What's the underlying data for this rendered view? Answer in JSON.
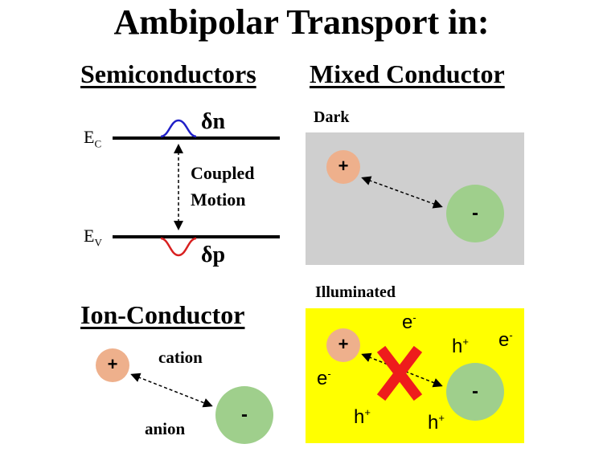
{
  "title": "Ambipolar Transport in:",
  "sections": {
    "semiconductors": "Semiconductors",
    "mixed_conductor": "Mixed Conductor",
    "ion_conductor": "Ion-Conductor"
  },
  "semiconductor": {
    "ec_label": "E",
    "ec_sub": "C",
    "ev_label": "E",
    "ev_sub": "V",
    "dn_label": "δn",
    "dp_label": "δp",
    "coupled_line1": "Coupled",
    "coupled_line2": "Motion"
  },
  "dark": {
    "label": "Dark",
    "background": "#cfcfcf",
    "plus": "+",
    "minus": "-"
  },
  "illuminated": {
    "label": "Illuminated",
    "background": "#ffff00",
    "plus": "+",
    "minus": "-",
    "carriers": [
      "e",
      "h",
      "e",
      "e",
      "h",
      "h"
    ],
    "carrier_signs": [
      "-",
      "+",
      "-",
      "-",
      "+",
      "+"
    ],
    "cross_color": "#ee1c1c"
  },
  "ion": {
    "plus": "+",
    "minus": "-",
    "cation": "cation",
    "anion": "anion"
  },
  "colors": {
    "cation_fill": "#eeb08c",
    "anion_fill": "#9fcf8c",
    "dn_curve": "#2020c8",
    "dp_curve": "#d82020"
  }
}
